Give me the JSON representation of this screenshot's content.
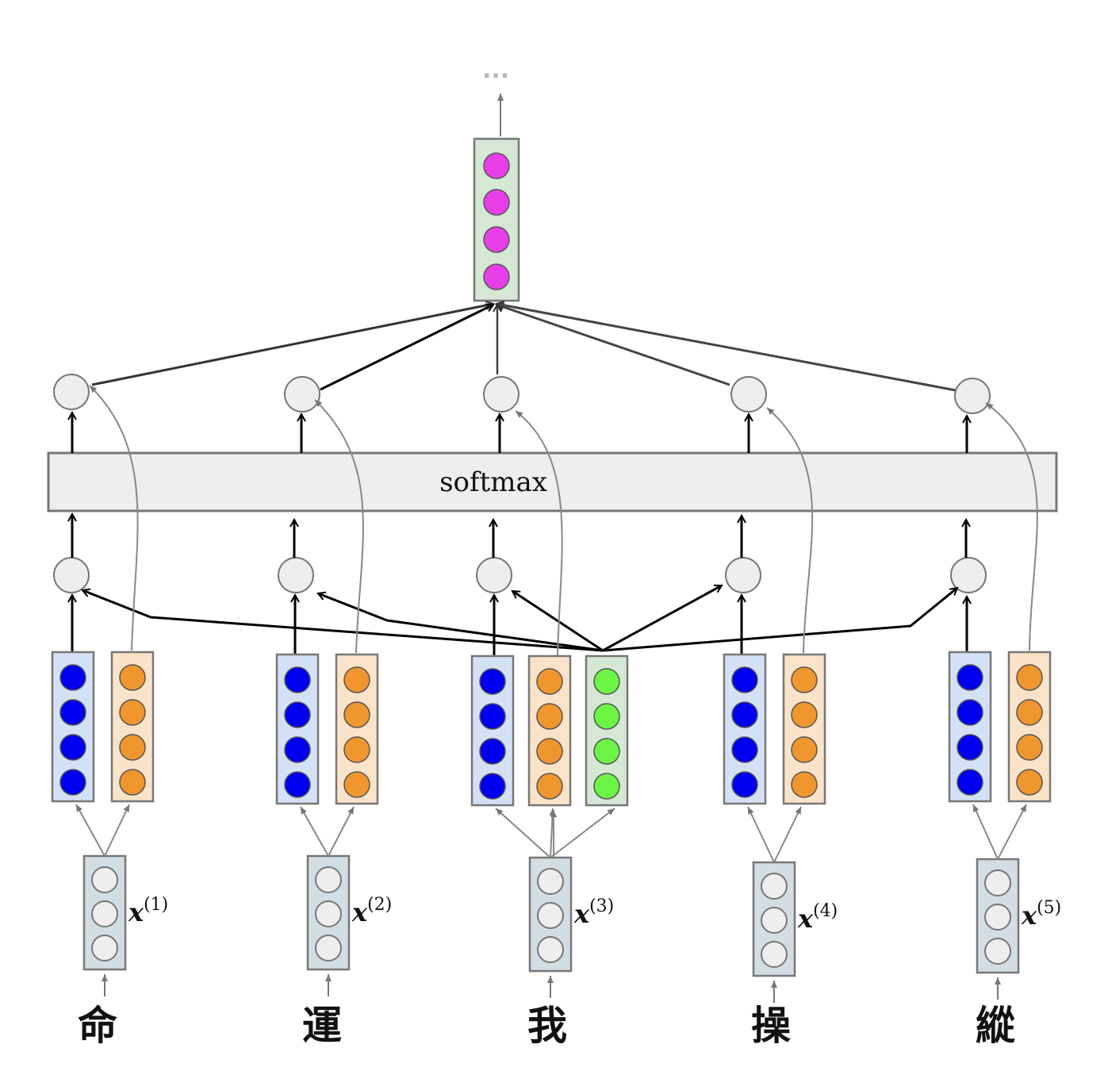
{
  "top": {
    "ellipsis": "...",
    "output_dot_color": "#e83ee8",
    "output_box_color": "#d5e8d4"
  },
  "softmax": {
    "label": "softmax"
  },
  "columns": [
    {
      "char": "命",
      "x_var": "x",
      "x_index": "(1)"
    },
    {
      "char": "運",
      "x_var": "x",
      "x_index": "(2)"
    },
    {
      "char": "我",
      "x_var": "x",
      "x_index": "(3)"
    },
    {
      "char": "操",
      "x_var": "x",
      "x_index": "(4)"
    },
    {
      "char": "縱",
      "x_var": "x",
      "x_index": "(5)"
    }
  ],
  "colors": {
    "key_dot": "#0000ee",
    "key_box": "#d4e1f5",
    "value_dot": "#f0962e",
    "value_box": "#fae3c8",
    "query_dot": "#6cf545",
    "query_box": "#d5e8d4",
    "input_box": "#d3dde4",
    "node_fill": "#eeeeee"
  }
}
